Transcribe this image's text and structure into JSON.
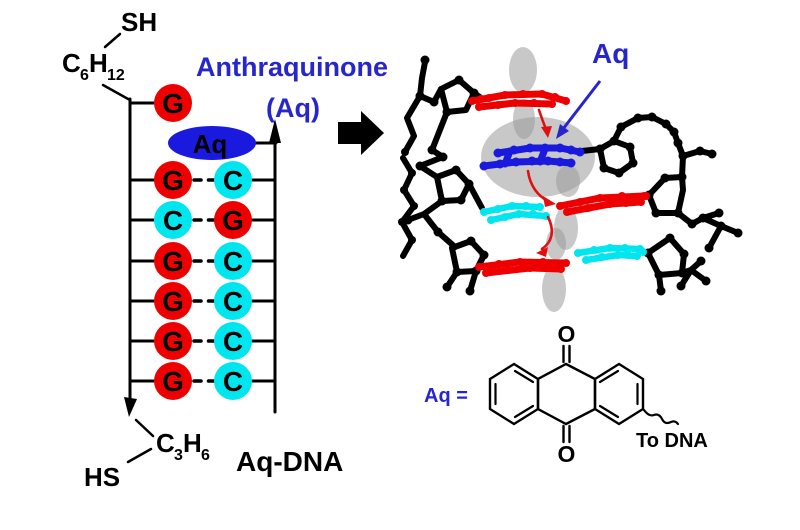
{
  "labels": {
    "title": "Anthraquinone",
    "title_paren": "(Aq)",
    "dna_caption": "Aq-DNA",
    "aq_ball_label": "Aq",
    "aq_pointer": "Aq",
    "aq_equals": "Aq =",
    "to_dna": "To DNA",
    "oxygen_top": "O",
    "oxygen_bottom": "O",
    "top_base": "G"
  },
  "top_linker": {
    "thiol": "SH",
    "c": "C",
    "c_sub": "6",
    "h": "H",
    "h_sub": "12"
  },
  "bottom_linker": {
    "thiol": "HS",
    "c": "C",
    "c_sub": "3",
    "h": "H",
    "h_sub": "6"
  },
  "pairs": [
    {
      "left": "G",
      "right": "C"
    },
    {
      "left": "C",
      "right": "G"
    },
    {
      "left": "G",
      "right": "C"
    },
    {
      "left": "G",
      "right": "C"
    },
    {
      "left": "G",
      "right": "C"
    },
    {
      "left": "G",
      "right": "C"
    }
  ],
  "colors": {
    "guanine": "#ee0000",
    "cytosine": "#00e6ef",
    "aq_blue": "#1a1ade",
    "label_blue": "#2626cc",
    "arrow_red": "#e01010",
    "backbone": "#000000",
    "orbital_gray": "#9b9b9b"
  }
}
